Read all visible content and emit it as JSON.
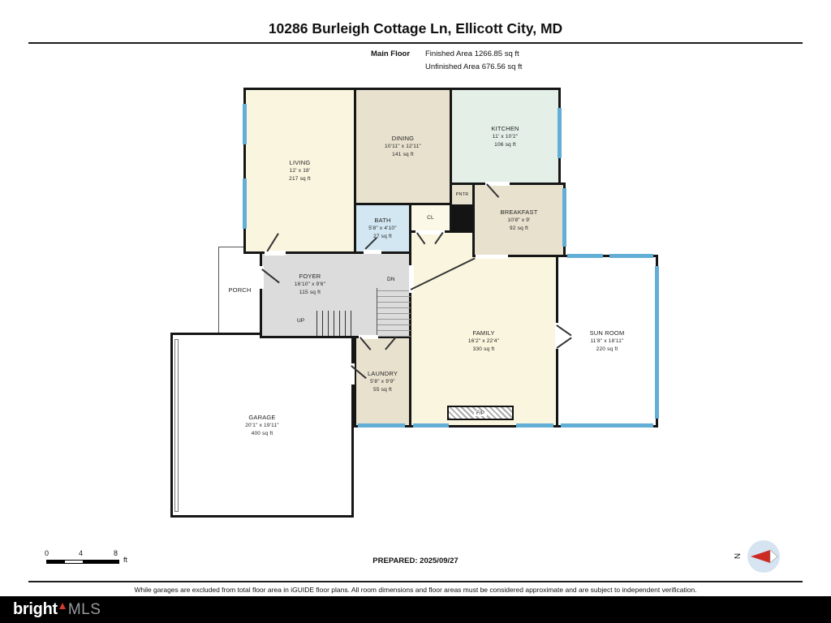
{
  "header": {
    "title": "10286 Burleigh Cottage Ln, Ellicott City, MD",
    "floor_label": "Main Floor",
    "finished_area": "Finished Area 1266.85 sq ft",
    "unfinished_area": "Unfinished Area 676.56 sq ft"
  },
  "rooms": {
    "living": {
      "name": "LIVING",
      "dims": "12' x 18'",
      "area": "217 sq ft"
    },
    "dining": {
      "name": "DINING",
      "dims": "10'11\" x 12'11\"",
      "area": "141 sq ft"
    },
    "kitchen": {
      "name": "KITCHEN",
      "dims": "11' x 10'2\"",
      "area": "106 sq ft"
    },
    "breakfast": {
      "name": "BREAKFAST",
      "dims": "10'8\" x 9'",
      "area": "92 sq ft"
    },
    "bath": {
      "name": "BATH",
      "dims": "5'8\" x 4'10\"",
      "area": "27 sq ft"
    },
    "foyer": {
      "name": "FOYER",
      "dims": "16'10\" x 9'6\"",
      "area": "115 sq ft"
    },
    "family": {
      "name": "FAMILY",
      "dims": "16'2\" x 22'4\"",
      "area": "330 sq ft"
    },
    "sunroom": {
      "name": "SUN ROOM",
      "dims": "11'8\" x 18'11\"",
      "area": "220 sq ft"
    },
    "laundry": {
      "name": "LAUNDRY",
      "dims": "5'8\" x 9'9\"",
      "area": "55 sq ft"
    },
    "garage": {
      "name": "GARAGE",
      "dims": "20'1\" x 19'11\"",
      "area": "400 sq ft"
    },
    "pantry": {
      "name": "PNTR"
    },
    "closet": {
      "name": "CL"
    },
    "porch": {
      "name": "PORCH"
    },
    "fireplace": {
      "name": "F/P"
    },
    "stairs": {
      "up": "UP",
      "down": "DN"
    }
  },
  "footer": {
    "scale": {
      "ticks": [
        "0",
        "4",
        "8"
      ],
      "unit": "ft"
    },
    "prepared": "PREPARED: 2025/09/27",
    "compass_label": "N",
    "disclaimer": "While garages are excluded from total floor area in iGUIDE floor plans. All room dimensions and floor areas must be considered approximate and are subject to independent verification.",
    "brand": {
      "word": "bright",
      "suffix": "MLS"
    }
  },
  "colors": {
    "wall": "#161616",
    "window": "#62aed6",
    "room_living": "#f9f5de",
    "room_dining_tan": "#e8e1ce",
    "room_kitchen": "#e3efe7",
    "room_bath": "#d2e7f2",
    "room_foyer": "#dcdcdc",
    "accent_red": "#d63b2f"
  }
}
